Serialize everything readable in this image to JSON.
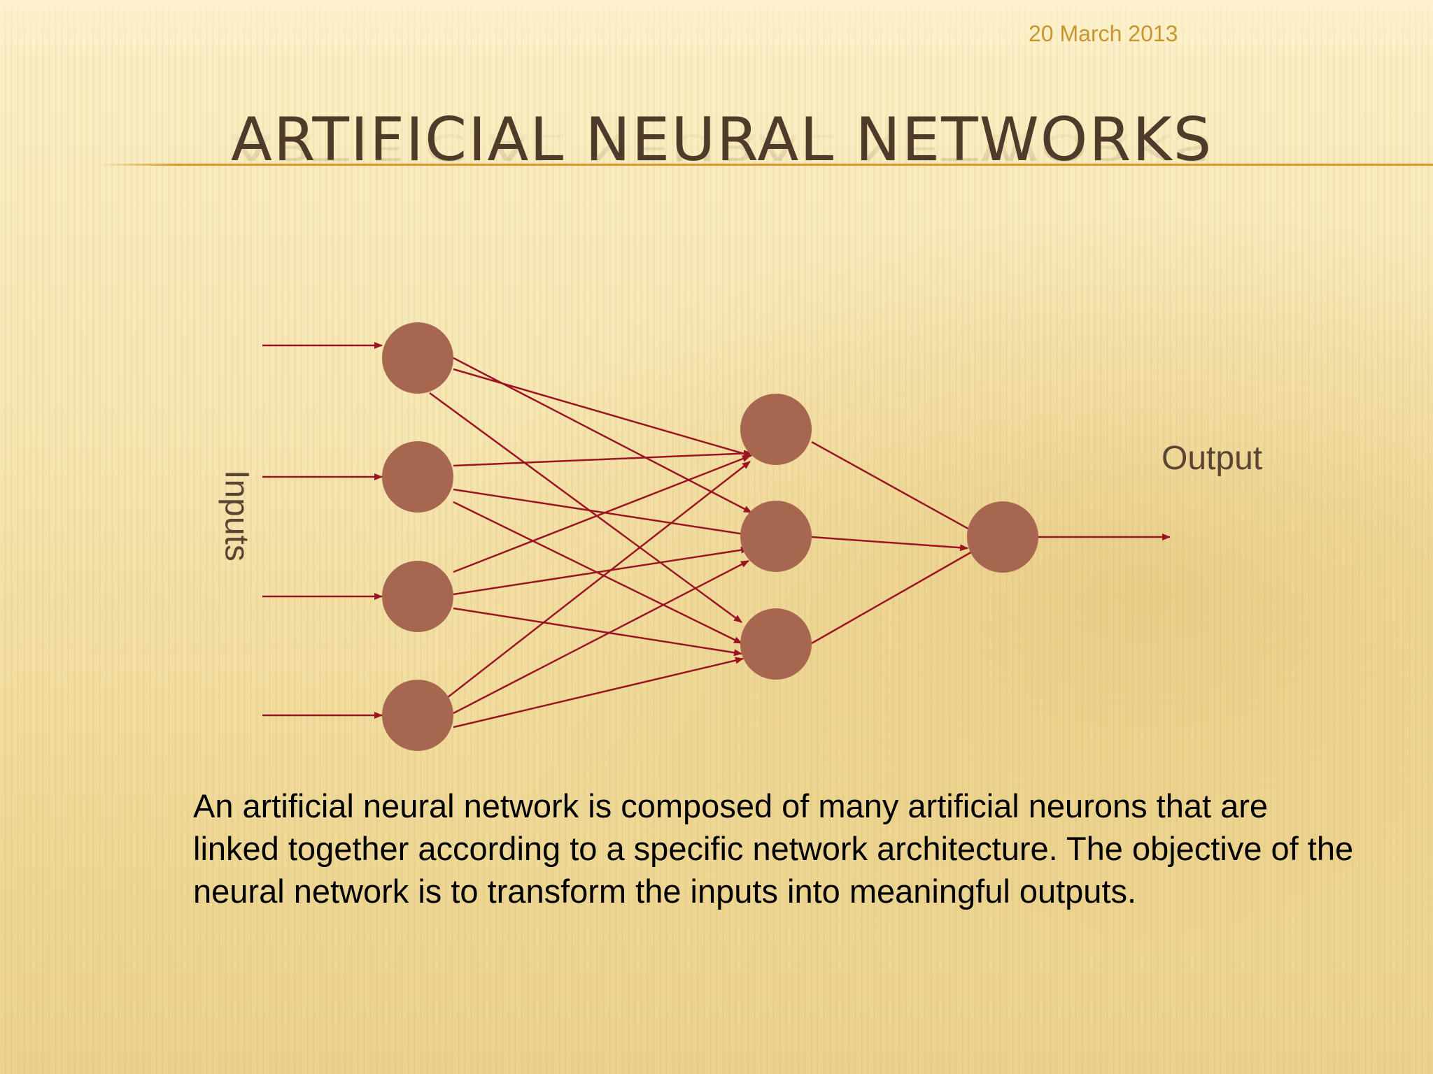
{
  "slide": {
    "date": "20 March 2013",
    "title": "ARTIFICIAL NEURAL NETWORKS",
    "description": "An artificial neural network is composed of many artificial neurons that are linked together according to a specific network architecture. The objective of the neural network is to transform the inputs into meaningful outputs."
  },
  "diagram": {
    "inputs_label": "Inputs",
    "output_label": "Output",
    "layers": [
      4,
      3,
      1
    ],
    "node_color": "#a66650",
    "edge_color": "#9b1424"
  },
  "colors": {
    "date": "#c8952e",
    "title": "#4e3b2a",
    "rule": "#d69a28"
  }
}
